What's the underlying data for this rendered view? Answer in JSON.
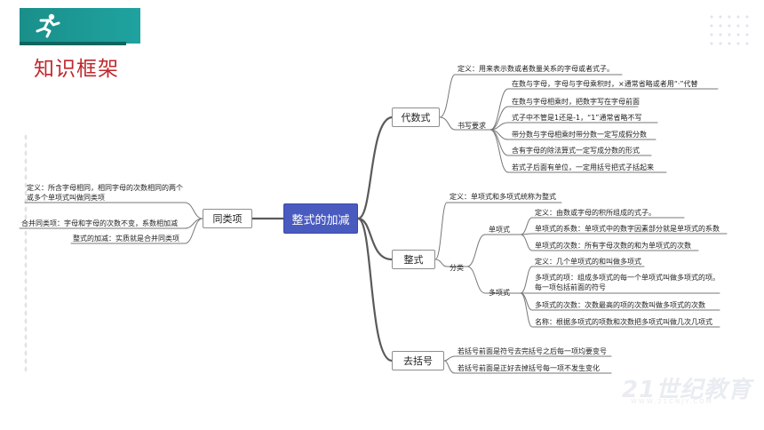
{
  "header": {
    "title": "知识框架"
  },
  "watermark": {
    "text": "21世纪教育",
    "sub": "WWW.21CNJY.COM"
  },
  "map": {
    "center": "整式的加减",
    "like_terms": {
      "label": "同类项",
      "items": [
        "定义：所含字母相同，相同字母的次数相同的两个或多个单项式叫做同类项",
        "合并同类项：字母和字母的次数不变，系数相加减",
        "整式的加减：实质就是合并同类项"
      ]
    },
    "algebraic": {
      "label": "代数式",
      "definition": "定义：用来表示数或者数量关系的字母或者式子。",
      "rules_label": "书写要求",
      "rules": [
        "在数与字母，字母与字母乘积时，×通常省略或者用“·”代替",
        "在数与字母相乘时，把数字写在字母前面",
        "式子中不管是1还是-1，“1”通常省略不写",
        "带分数与字母相乘时带分数一定写成假分数",
        "含有字母的除法算式一定写成分数的形式",
        "若式子后面有单位，一定用括号把式子括起来"
      ]
    },
    "polynomial": {
      "label": "整式",
      "definition": "定义：单项式和多项式统称为整式",
      "class_label": "分类",
      "monomial": {
        "label": "单项式",
        "items": [
          "定义：由数或字母的积所组成的式子。",
          "单项式的系数：单项式中的数字因素部分就是单项式的系数",
          "单项式的次数：所有字母次数的和为单项式的次数"
        ]
      },
      "poly": {
        "label": "多项式",
        "items": [
          "定义：几个单项式的和叫做多项式",
          "多项式的项：组成多项式的每一个单项式叫做多项式的项。每一项包括前面的符号",
          "多项式的次数：次数最高的项的次数叫做多项式的次数",
          "名称：根据多项式的项数和次数把多项式叫做几次几项式"
        ]
      }
    },
    "brackets": {
      "label": "去括号",
      "items": [
        "若括号前面是符号去完括号之后每一项均要变号",
        "若括号前面是正好去掉括号每一项不发生变化"
      ]
    }
  },
  "colors": {
    "accent": "#1a8f8a",
    "title": "#c0282d",
    "center": "#4a5bbf",
    "line": "#555555"
  }
}
